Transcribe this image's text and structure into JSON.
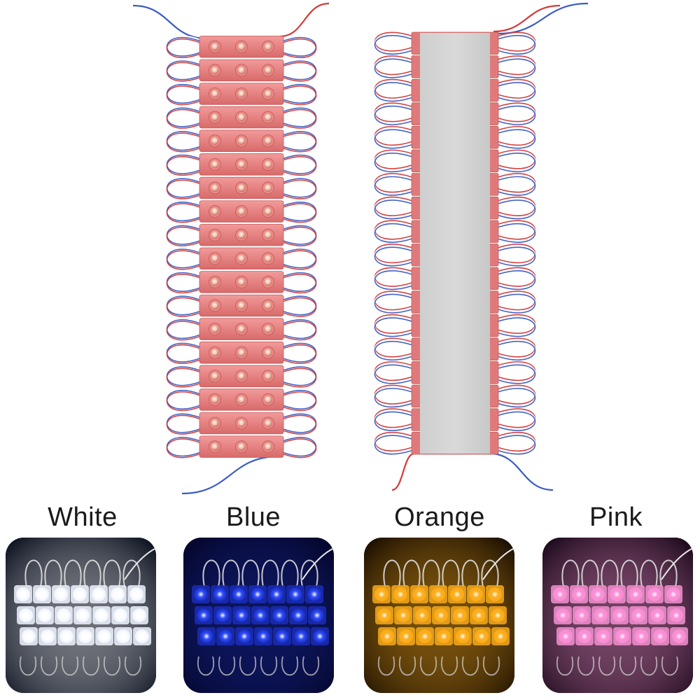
{
  "product": {
    "front_strip": {
      "module_count": 18,
      "leds_per_module": 3
    },
    "back_strip": {
      "module_count": 18
    },
    "module_color": "#e88080",
    "wire_colors": [
      "#ffffff",
      "#3b5cc4",
      "#d23a3a"
    ]
  },
  "variants": [
    {
      "label": "White",
      "glow": "#ffffff",
      "body": "#eef3ff",
      "bg": "#0d1220"
    },
    {
      "label": "Blue",
      "glow": "#2f4dff",
      "body": "#1a2db8",
      "bg": "#05062a"
    },
    {
      "label": "Orange",
      "glow": "#ffb020",
      "body": "#f6a91a",
      "bg": "#1a0e02"
    },
    {
      "label": "Pink",
      "glow": "#ff8fd8",
      "body": "#f28fcf",
      "bg": "#1c0a1c"
    }
  ]
}
